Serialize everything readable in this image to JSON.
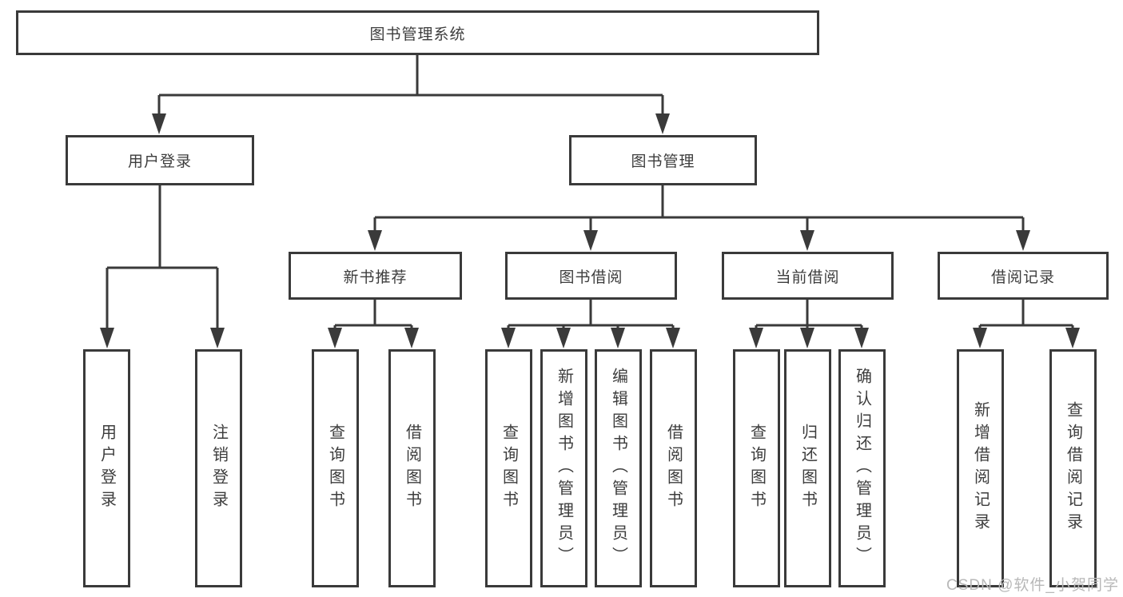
{
  "root": {
    "label": "图书管理系统"
  },
  "branches": {
    "user_login": {
      "label": "用户登录"
    },
    "book_mgmt": {
      "label": "图书管理"
    }
  },
  "modules": {
    "new_book_rec": {
      "label": "新书推荐"
    },
    "book_borrow": {
      "label": "图书借阅"
    },
    "current_borrow": {
      "label": "当前借阅"
    },
    "borrow_record": {
      "label": "借阅记录"
    }
  },
  "leaves": {
    "user_login_leaf": "用户登录",
    "logout": "注销登录",
    "query_books_rec": "查询图书",
    "borrow_books_rec": "借阅图书",
    "query_books_borrow": "查询图书",
    "add_books_admin": "新增图书（管理员）",
    "edit_books_admin": "编辑图书（管理员）",
    "borrow_books_borrow": "借阅图书",
    "query_books_current": "查询图书",
    "return_books": "归还图书",
    "confirm_return_admin": "确认归还（管理员）",
    "add_borrow_record": "新增借阅记录",
    "query_borrow_record": "查询借阅记录"
  },
  "watermark": "CSDN @软件_小贺同学",
  "colors": {
    "line": "#3a3a3a",
    "text": "#3d3d3d",
    "watermark": "#b8b8b8",
    "background": "#ffffff"
  }
}
